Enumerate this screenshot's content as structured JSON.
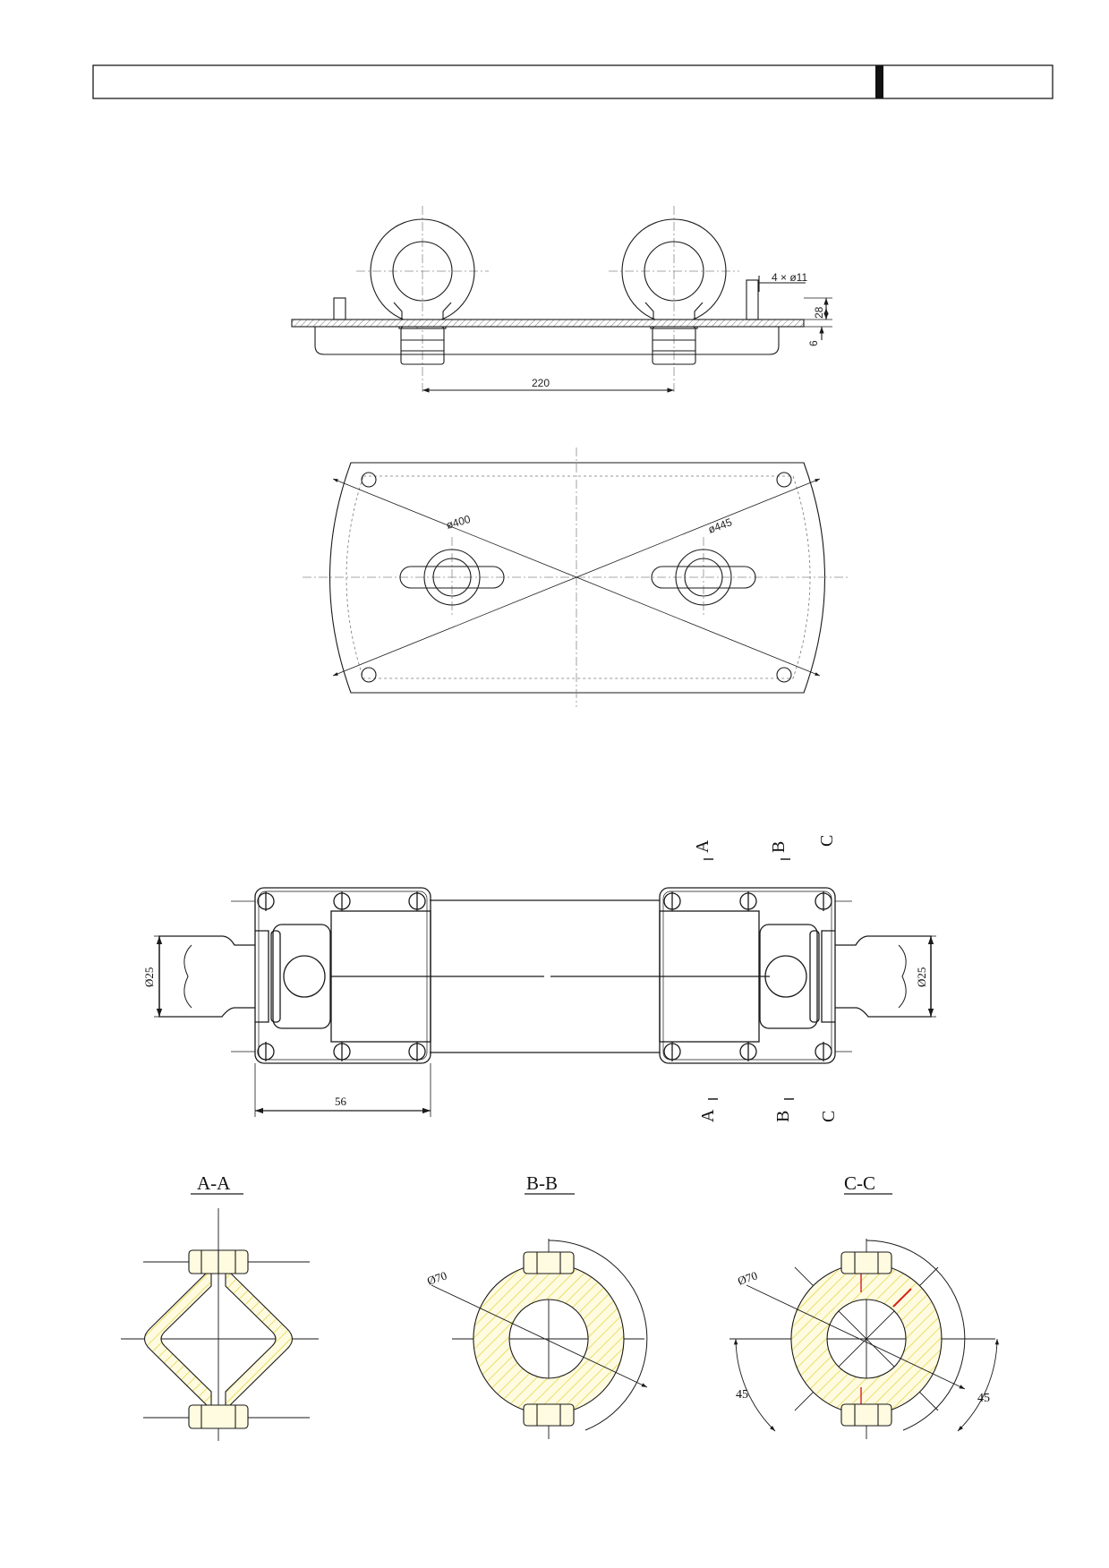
{
  "title_block": {
    "left_cell": "",
    "right_cell": ""
  },
  "side_view": {
    "pitch_dim": "220",
    "hole_spec": "4 × ø11",
    "height_dim": "28",
    "plate_dim": "6"
  },
  "plan_view": {
    "dia_inner": "ø400",
    "dia_outer": "ø445"
  },
  "clamp_view": {
    "cut_A": "A",
    "cut_B": "B",
    "cut_C": "C",
    "length_dim": "56",
    "dia_left": "Ø25",
    "dia_right": "Ø25"
  },
  "sections": {
    "aa": {
      "title": "A-A"
    },
    "bb": {
      "title": "B-B",
      "dia": "Ø70"
    },
    "cc": {
      "title": "C-C",
      "dia": "Ø70",
      "angle_left": "45",
      "angle_right": "45"
    }
  },
  "colors": {
    "line": "#1a1a1a",
    "center_line": "#8a8a8a",
    "hatch": "#e3d23a",
    "section_fill": "#fffbe0",
    "accent": "#d62020"
  }
}
